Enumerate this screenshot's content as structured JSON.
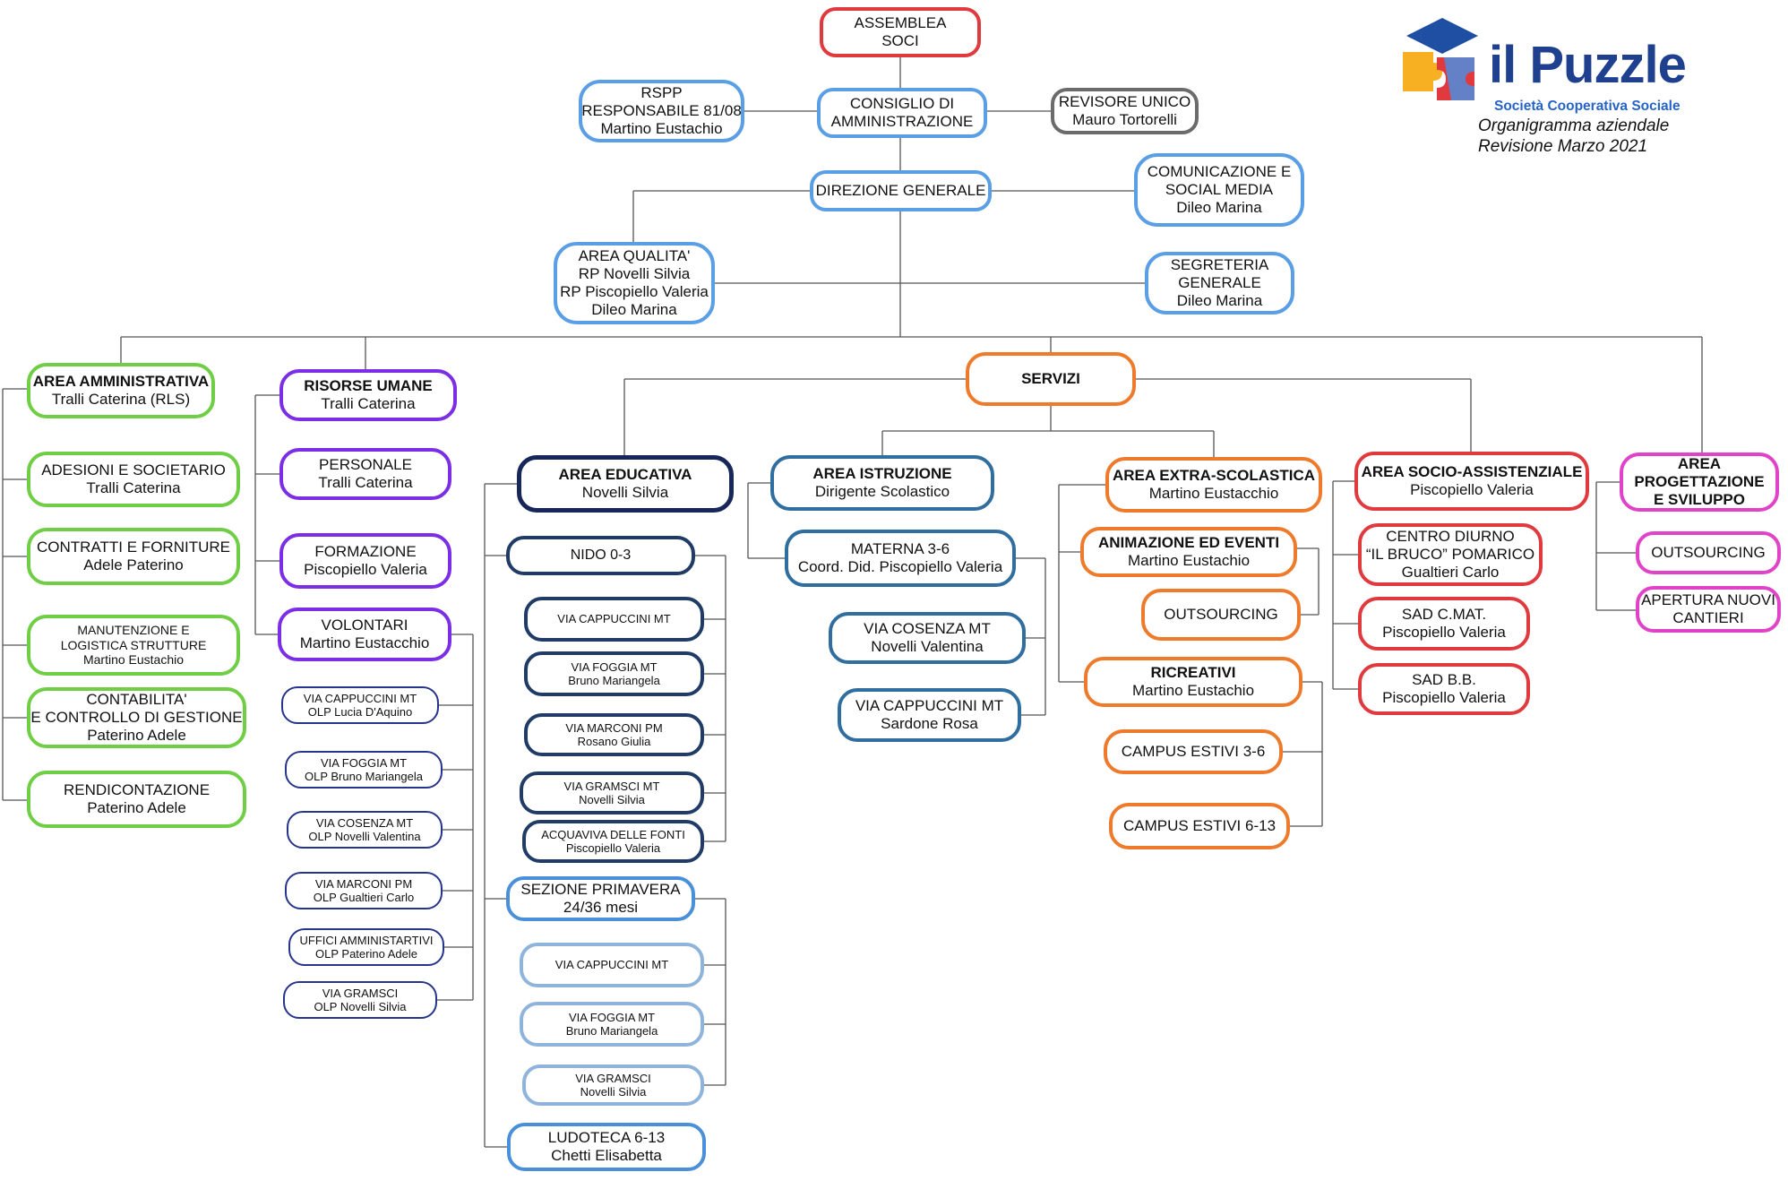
{
  "title": "Organigramma aziendale",
  "revision": "Revisione Marzo 2021",
  "logo": {
    "name": "il Puzzle",
    "subtitle": "Società Cooperativa Sociale",
    "colors": [
      "#1f4fa3",
      "#e03a3e",
      "#f6b021",
      "#4d8ee0"
    ]
  },
  "colors": {
    "red": "#e03a3e",
    "blue": "#5a9ee6",
    "gray": "#6b6b6b",
    "green": "#6fce45",
    "purple": "#7b2ee6",
    "orange": "#ee7a2c",
    "navy": "#17275a",
    "darknavy": "#1f3b66",
    "steel": "#2f6e9f",
    "lightblue": "#8fb4dc",
    "pink": "#e043c7",
    "midblue": "#4a8fd9",
    "indigo": "#27348b",
    "line": "#555555"
  },
  "nodes": {
    "assemblea": {
      "lines": [
        "ASSEMBLEA",
        "SOCI"
      ],
      "color": "red"
    },
    "consiglio": {
      "lines": [
        "CONSIGLIO DI",
        "AMMINISTRAZIONE"
      ],
      "color": "blue"
    },
    "rspp": {
      "lines": [
        "RSPP",
        "RESPONSABILE 81/08",
        "Martino Eustachio"
      ],
      "color": "blue"
    },
    "revisore": {
      "lines": [
        "REVISORE UNICO",
        "Mauro Tortorelli"
      ],
      "color": "gray"
    },
    "direzione": {
      "lines": [
        "DIREZIONE GENERALE"
      ],
      "color": "blue"
    },
    "comunicazione": {
      "lines": [
        "COMUNICAZIONE E",
        "SOCIAL MEDIA",
        "Dileo Marina"
      ],
      "color": "blue"
    },
    "qualita": {
      "lines": [
        "AREA QUALITA'",
        "RP Novelli Silvia",
        "RP Piscopiello Valeria",
        "Dileo Marina"
      ],
      "color": "blue"
    },
    "segreteria": {
      "lines": [
        "SEGRETERIA",
        "GENERALE",
        "Dileo Marina"
      ],
      "color": "blue"
    },
    "amministrativa": {
      "lines": [
        "AREA AMMINISTRATIVA",
        "Tralli Caterina (RLS)"
      ],
      "color": "green"
    },
    "adesioni": {
      "lines": [
        "ADESIONI E SOCIETARIO",
        "Tralli Caterina"
      ],
      "color": "green"
    },
    "contratti": {
      "lines": [
        "CONTRATTI E FORNITURE",
        "Adele Paterino"
      ],
      "color": "green"
    },
    "manutenzione": {
      "lines": [
        "MANUTENZIONE  E",
        "LOGISTICA  STRUTTURE",
        "Martino Eustachio"
      ],
      "color": "green"
    },
    "contabilita": {
      "lines": [
        "CONTABILITA'",
        "E CONTROLLO DI GESTIONE",
        "Paterino Adele"
      ],
      "color": "green"
    },
    "rendicontazione": {
      "lines": [
        "RENDICONTAZIONE",
        "Paterino Adele"
      ],
      "color": "green"
    },
    "risorse": {
      "lines": [
        "RISORSE UMANE",
        "Tralli Caterina"
      ],
      "color": "purple"
    },
    "personale": {
      "lines": [
        "PERSONALE",
        "Tralli Caterina"
      ],
      "color": "purple"
    },
    "formazione": {
      "lines": [
        "FORMAZIONE",
        "Piscopiello Valeria"
      ],
      "color": "purple"
    },
    "volontari": {
      "lines": [
        "VOLONTARI",
        "Martino Eustacchio"
      ],
      "color": "purple"
    },
    "vol1": {
      "lines": [
        "VIA CAPPUCCINI MT",
        "OLP Lucia D'Aquino"
      ],
      "color": "indigo"
    },
    "vol2": {
      "lines": [
        "VIA FOGGIA MT",
        "OLP Bruno Mariangela"
      ],
      "color": "indigo"
    },
    "vol3": {
      "lines": [
        "VIA COSENZA MT",
        "OLP Novelli Valentina"
      ],
      "color": "indigo"
    },
    "vol4": {
      "lines": [
        "VIA MARCONI PM",
        "OLP Gualtieri Carlo"
      ],
      "color": "indigo"
    },
    "vol5": {
      "lines": [
        "UFFICI AMMINISTARTIVI",
        "OLP Paterino Adele"
      ],
      "color": "indigo"
    },
    "vol6": {
      "lines": [
        "VIA GRAMSCI",
        "OLP Novelli Silvia"
      ],
      "color": "indigo"
    },
    "servizi": {
      "lines": [
        "SERVIZI"
      ],
      "color": "orange"
    },
    "educativa": {
      "lines": [
        "AREA EDUCATIVA",
        "Novelli Silvia"
      ],
      "color": "navy"
    },
    "nido": {
      "lines": [
        "NIDO 0-3"
      ],
      "color": "darknavy"
    },
    "nido1": {
      "lines": [
        "VIA CAPPUCCINI MT"
      ],
      "color": "darknavy"
    },
    "nido2": {
      "lines": [
        "VIA FOGGIA MT",
        "Bruno Mariangela"
      ],
      "color": "darknavy"
    },
    "nido3": {
      "lines": [
        "VIA MARCONI PM",
        "Rosano Giulia"
      ],
      "color": "darknavy"
    },
    "nido4": {
      "lines": [
        "VIA GRAMSCI MT",
        "Novelli Silvia"
      ],
      "color": "darknavy"
    },
    "nido5": {
      "lines": [
        "ACQUAVIVA DELLE FONTI",
        "Piscopiello Valeria"
      ],
      "color": "darknavy"
    },
    "primavera": {
      "lines": [
        "SEZIONE PRIMAVERA",
        "24/36 mesi"
      ],
      "color": "midblue"
    },
    "prim1": {
      "lines": [
        "VIA CAPPUCCINI MT"
      ],
      "color": "lightblue"
    },
    "prim2": {
      "lines": [
        "VIA FOGGIA MT",
        "Bruno Mariangela"
      ],
      "color": "lightblue"
    },
    "prim3": {
      "lines": [
        "VIA GRAMSCI",
        "Novelli Silvia"
      ],
      "color": "lightblue"
    },
    "ludoteca": {
      "lines": [
        "LUDOTECA 6-13",
        "Chetti Elisabetta"
      ],
      "color": "midblue"
    },
    "istruzione": {
      "lines": [
        "AREA ISTRUZIONE",
        "Dirigente Scolastico"
      ],
      "color": "steel"
    },
    "materna": {
      "lines": [
        "MATERNA 3-6",
        "Coord. Did. Piscopiello Valeria"
      ],
      "color": "steel"
    },
    "cosenza": {
      "lines": [
        "VIA COSENZA  MT",
        "Novelli Valentina"
      ],
      "color": "steel"
    },
    "cappuccini": {
      "lines": [
        "VIA CAPPUCCINI MT",
        "Sardone Rosa"
      ],
      "color": "steel"
    },
    "extra": {
      "lines": [
        "AREA EXTRA-SCOLASTICA",
        "Martino Eustacchio"
      ],
      "color": "orange"
    },
    "animazione": {
      "lines": [
        "ANIMAZIONE ED EVENTI",
        "Martino Eustachio"
      ],
      "color": "orange"
    },
    "outsourcing1": {
      "lines": [
        "OUTSOURCING"
      ],
      "color": "orange"
    },
    "ricreativi": {
      "lines": [
        "RICREATIVI",
        "Martino Eustachio"
      ],
      "color": "orange"
    },
    "campus1": {
      "lines": [
        "CAMPUS ESTIVI 3-6"
      ],
      "color": "orange"
    },
    "campus2": {
      "lines": [
        "CAMPUS  ESTIVI 6-13"
      ],
      "color": "orange"
    },
    "socio": {
      "lines": [
        "AREA SOCIO-ASSISTENZIALE",
        "Piscopiello Valeria"
      ],
      "color": "red"
    },
    "diurno": {
      "lines": [
        "CENTRO DIURNO",
        "“IL BRUCO” POMARICO",
        "Gualtieri Carlo"
      ],
      "color": "red"
    },
    "sadmat": {
      "lines": [
        "SAD  C.MAT.",
        "Piscopiello Valeria"
      ],
      "color": "red"
    },
    "sadbb": {
      "lines": [
        "SAD  B.B.",
        "Piscopiello Valeria"
      ],
      "color": "red"
    },
    "progettazione": {
      "lines": [
        "AREA",
        "PROGETTAZIONE",
        "E  SVILUPPO"
      ],
      "color": "pink"
    },
    "outsourcing2": {
      "lines": [
        "OUTSOURCING"
      ],
      "color": "pink"
    },
    "cantieri": {
      "lines": [
        "APERTURA NUOVI",
        "CANTIERI"
      ],
      "color": "pink"
    }
  }
}
